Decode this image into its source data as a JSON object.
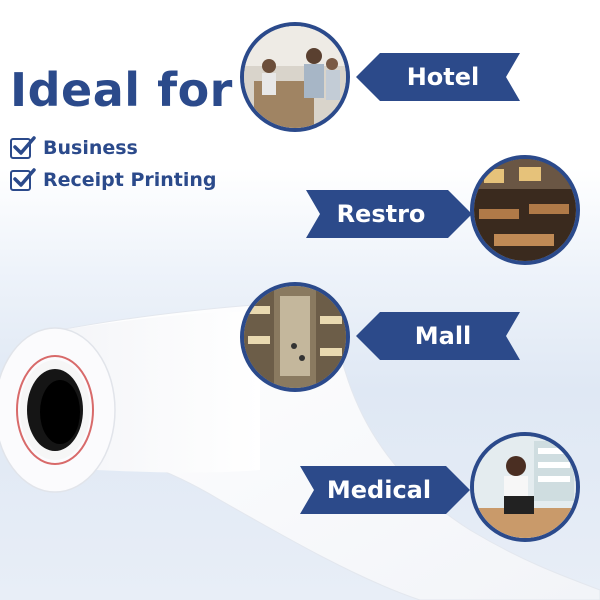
{
  "headline": "Ideal for",
  "checklist": [
    "Business",
    "Receipt Printing"
  ],
  "uses": [
    {
      "label": "Hotel",
      "photo": "hotel-reception-photo"
    },
    {
      "label": "Restro",
      "photo": "restaurant-interior-photo"
    },
    {
      "label": "Mall",
      "photo": "shopping-mall-photo"
    },
    {
      "label": "Medical",
      "photo": "pharmacy-counter-photo"
    }
  ],
  "colors": {
    "brand": "#2b4a8b",
    "ribbon": "#2c4a8a"
  }
}
